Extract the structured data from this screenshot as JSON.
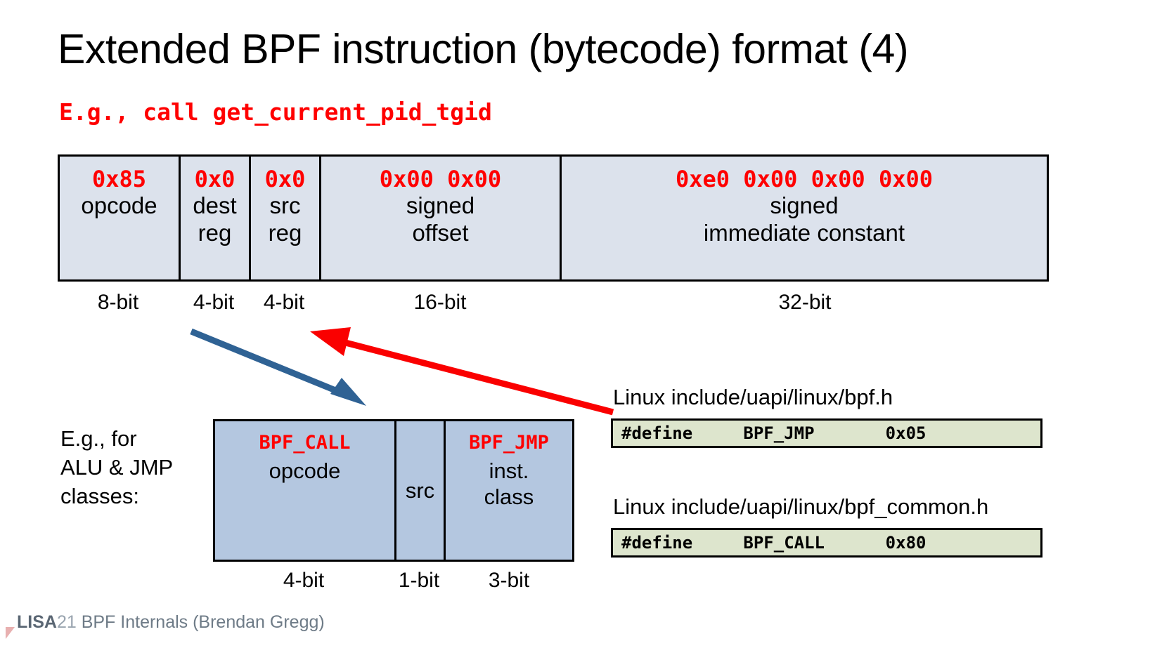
{
  "slide": {
    "title": "Extended BPF instruction (bytecode) format (4)",
    "subhead": "E.g., call get_current_pid_tgid"
  },
  "colors": {
    "accent_red": "#ff0000",
    "table_fill": "#dce2ec",
    "class_fill": "#b4c7e0",
    "code_fill": "#dde5cd",
    "arrow_blue": "#2f6294",
    "arrow_red": "#fa0000",
    "border": "#000000",
    "footer_text": "#6e7b87"
  },
  "bytecode_table": {
    "fields": [
      {
        "hex": "0x85",
        "desc": "opcode",
        "bits": "8-bit"
      },
      {
        "hex": "0x0",
        "desc": "dest\nreg",
        "bits": "4-bit"
      },
      {
        "hex": "0x0",
        "desc": "src\nreg",
        "bits": "4-bit"
      },
      {
        "hex": "0x00 0x00",
        "desc": "signed\noffset",
        "bits": "16-bit"
      },
      {
        "hex": "0xe0 0x00 0x00 0x00",
        "desc": "signed\nimmediate constant",
        "bits": "32-bit"
      }
    ]
  },
  "class_section": {
    "caption": "E.g., for\nALU & JMP\nclasses:",
    "fields": [
      {
        "name": "BPF_CALL",
        "desc": "opcode",
        "bits": "4-bit"
      },
      {
        "name": "",
        "desc": "src",
        "bits": "1-bit"
      },
      {
        "name": "BPF_JMP",
        "desc": "inst.\nclass",
        "bits": "3-bit"
      }
    ]
  },
  "sources": [
    {
      "header": "Linux include/uapi/linux/bpf.h",
      "code": "#define     BPF_JMP       0x05"
    },
    {
      "header": "Linux include/uapi/linux/bpf_common.h",
      "code": "#define     BPF_CALL      0x80"
    }
  ],
  "footer": {
    "brand": "LISA",
    "year": "21",
    "text": " BPF Internals (Brendan Gregg)"
  }
}
